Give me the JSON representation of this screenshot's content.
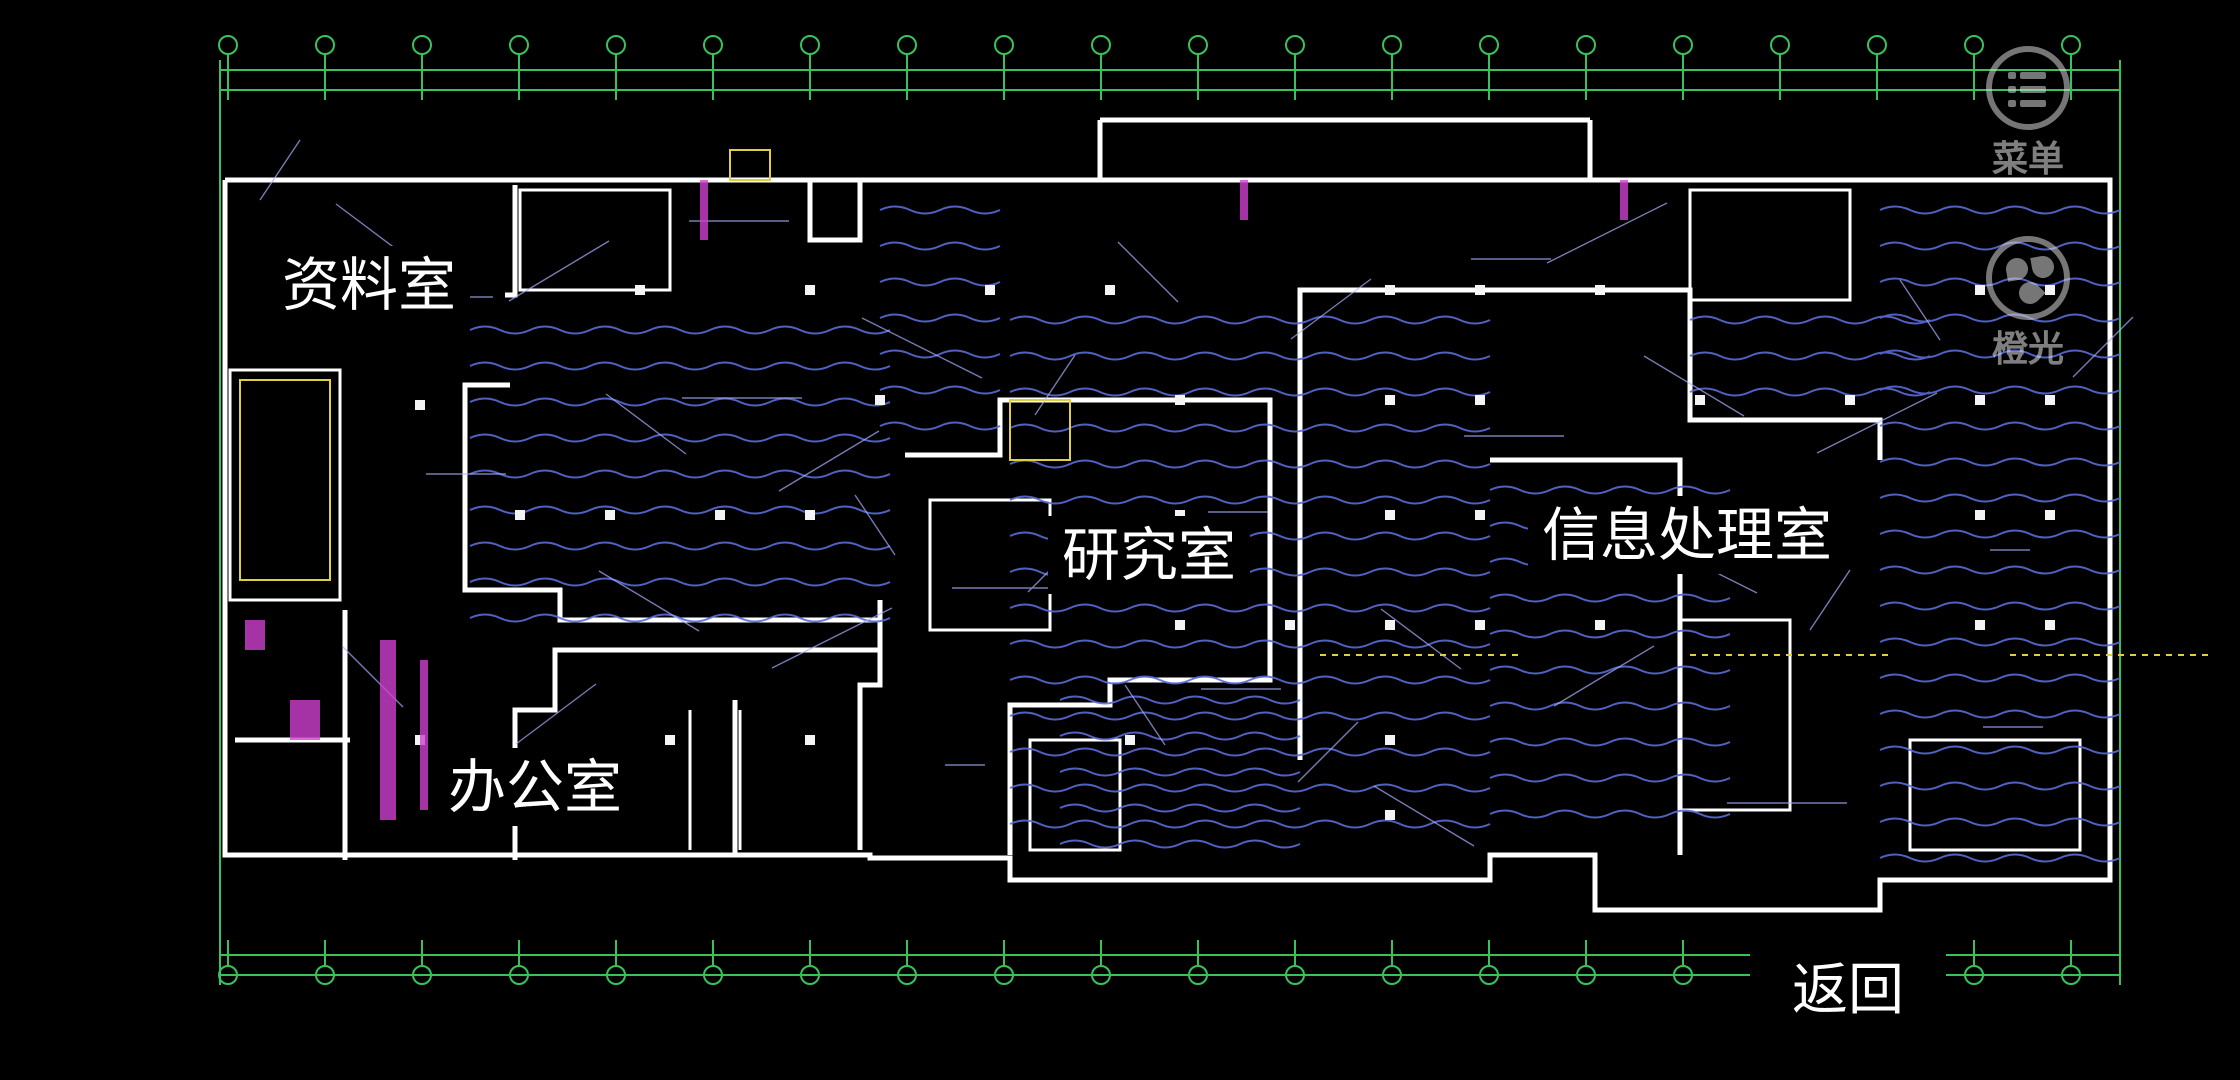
{
  "rooms": {
    "ziliao": "资料室",
    "bangong": "办公室",
    "yanjiu": "研究室",
    "xinxi": "信息处理室"
  },
  "controls": {
    "back_label": "返回",
    "menu_label": "菜单",
    "menu_icon": "list-circle-icon",
    "light_label": "橙光",
    "light_icon": "orange-light-logo-icon"
  },
  "colors": {
    "background": "#000000",
    "wall": "#ffffff",
    "grid_line": "#39c25b",
    "conduit": "#5a6cd8",
    "fixture": "#e0d040",
    "magenta_mark": "#d040d0",
    "label_text": "#ffffff"
  }
}
